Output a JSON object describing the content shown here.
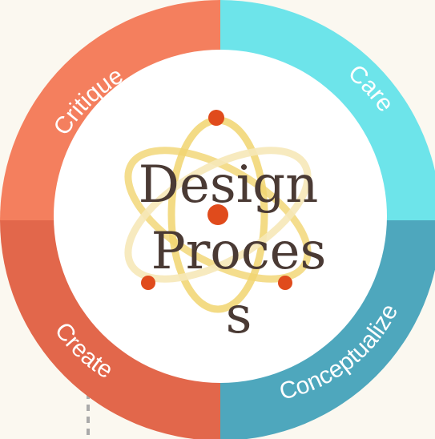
{
  "diagram": {
    "title_lines": [
      "Design",
      "Proces",
      "s"
    ],
    "segments": [
      {
        "label": "Critique",
        "color": "#f47f5e"
      },
      {
        "label": "Care",
        "color": "#6de4ea"
      },
      {
        "label": "Conceptualize",
        "color": "#4ea7bd"
      },
      {
        "label": "Create",
        "color": "#e2674b"
      }
    ],
    "atom": {
      "orbit_color": "#f1d570",
      "orbit_fade_color": "#f6e8b8",
      "nucleus_color": "#e04b1c"
    },
    "background_color": "#fbf8f0",
    "dash_color": "#aaaaaa"
  }
}
